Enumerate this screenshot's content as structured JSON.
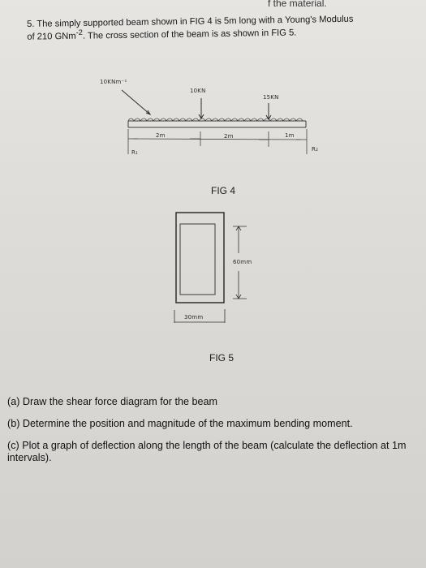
{
  "header_fragment": "f the material.",
  "question": {
    "number": "5.",
    "line1": "The simply supported beam shown in FIG 4 is 5m long with a Young's Modulus",
    "line2": "of 210 GNm",
    "exponent": "-2",
    "line2_tail": ". The cross section of the beam is as shown in FIG 5."
  },
  "figure4": {
    "label": "FIG 4",
    "udl": "10KNm⁻¹",
    "point_load_1": "10KN",
    "point_load_2": "15KN",
    "span_1": "2m",
    "span_2": "2m",
    "span_3": "1m",
    "support_left": "R₁",
    "support_right": "R₂"
  },
  "figure5": {
    "label": "FIG 5",
    "height": "60mm",
    "width": "30mm"
  },
  "parts": [
    {
      "letter": "(a)",
      "text": "Draw the shear force diagram for the beam"
    },
    {
      "letter": "(b)",
      "text": "Determine the position and magnitude of the maximum bending moment."
    },
    {
      "letter": "(c)",
      "text": "Plot a graph of deflection along the length of the beam (calculate the deflection at 1m intervals)."
    }
  ],
  "colors": {
    "paper": "#e1dfdb",
    "ink": "#1b1b1b",
    "pencil": "#333333"
  }
}
